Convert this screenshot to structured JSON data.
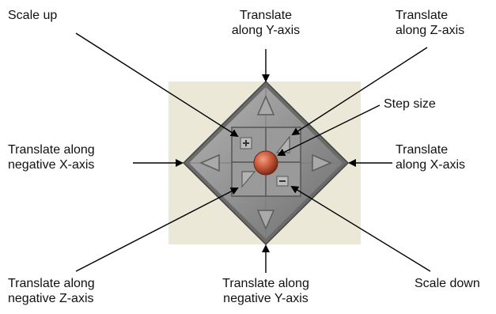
{
  "labels": {
    "scale_up": "Scale up",
    "translate_y_1": "Translate",
    "translate_y_2": "along Y-axis",
    "translate_z_1": "Translate",
    "translate_z_2": "along Z-axis",
    "step_size": "Step size",
    "translate_neg_x_1": "Translate along",
    "translate_neg_x_2": "negative X-axis",
    "translate_x_1": "Translate",
    "translate_x_2": "along X-axis",
    "translate_neg_z_1": "Translate along",
    "translate_neg_z_2": "negative Z-axis",
    "translate_neg_y_1": "Translate along",
    "translate_neg_y_2": "negative Y-axis",
    "scale_down": "Scale down"
  },
  "colors": {
    "panel_background": "#ece8d8",
    "diamond_face": "#8e8e8e",
    "diamond_dark": "#5e5e5e",
    "diamond_light": "#c4c4c4",
    "step_ball": "#c9573a",
    "arrow": "#000000"
  },
  "icons": {
    "plus": "plus-icon",
    "minus": "minus-icon",
    "up": "triangle-up-icon",
    "down": "triangle-down-icon",
    "left": "triangle-left-icon",
    "right": "triangle-right-icon"
  }
}
